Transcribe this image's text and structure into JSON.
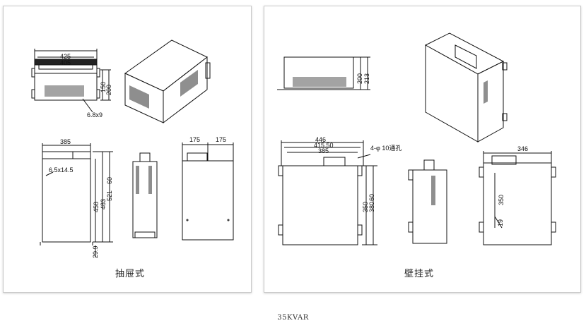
{
  "left_panel": {
    "caption": "抽屉式",
    "dims": {
      "top_w425": "425",
      "top_w405": "405",
      "top_h150": "150",
      "top_h200": "200",
      "top_hole": "6.8x9",
      "front_w385": "385",
      "front_hole": "6.5x14.5",
      "front_h458": "458",
      "front_h483": "483",
      "front_h521": "521",
      "front_h60": "60",
      "front_h29": "29.9",
      "rear_w175a": "175",
      "rear_w175b": "175"
    }
  },
  "right_panel": {
    "caption": "壁挂式",
    "dims": {
      "top_h200": "200",
      "top_h213": "213",
      "front_w446": "446",
      "front_w415": "415.50",
      "front_w385": "385",
      "front_hole": "4-φ 10通孔",
      "front_h350": "350",
      "front_h380": "380",
      "front_h60": "60",
      "back_w346": "346",
      "back_h350": "350",
      "back_h19": "19"
    }
  },
  "footer": {
    "label": "35KVAR"
  }
}
